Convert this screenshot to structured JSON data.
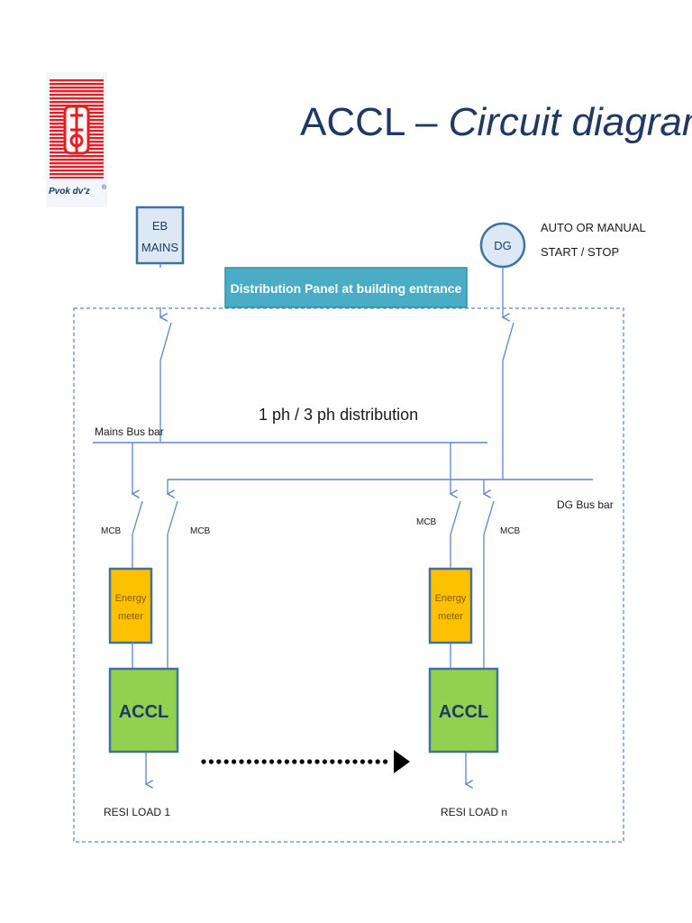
{
  "title": {
    "plain": "ACCL – ",
    "italic": "Circuit diagram"
  },
  "logo": {
    "caption": "Pvok dv'z",
    "mark": "®"
  },
  "sources": {
    "eb_line1": "EB",
    "eb_line2": "MAINS",
    "dg": "DG",
    "dg_note_line1": "AUTO  OR MANUAL",
    "dg_note_line2": "START / STOP"
  },
  "panel_label": "Distribution Panel  at building entrance",
  "distribution_label": "1 ph / 3 ph distribution",
  "mains_bus_label": "Mains Bus bar",
  "dg_bus_label": "DG Bus bar",
  "mcb_label": "MCB",
  "energy_meter_line1": "Energy",
  "energy_meter_line2": "meter",
  "accl_label": "ACCL",
  "loads": {
    "first": "RESI LOAD 1",
    "last": "RESI LOAD  n"
  },
  "colors": {
    "wire": "#5b87c5",
    "box_border": "#41719c",
    "source_fill": "#dce9f5",
    "panel_fill": "#4bacc6",
    "meter_fill": "#ffc000",
    "accl_fill": "#92d050",
    "accl_text": "#1f3864",
    "logo_red": "#e31e24"
  }
}
